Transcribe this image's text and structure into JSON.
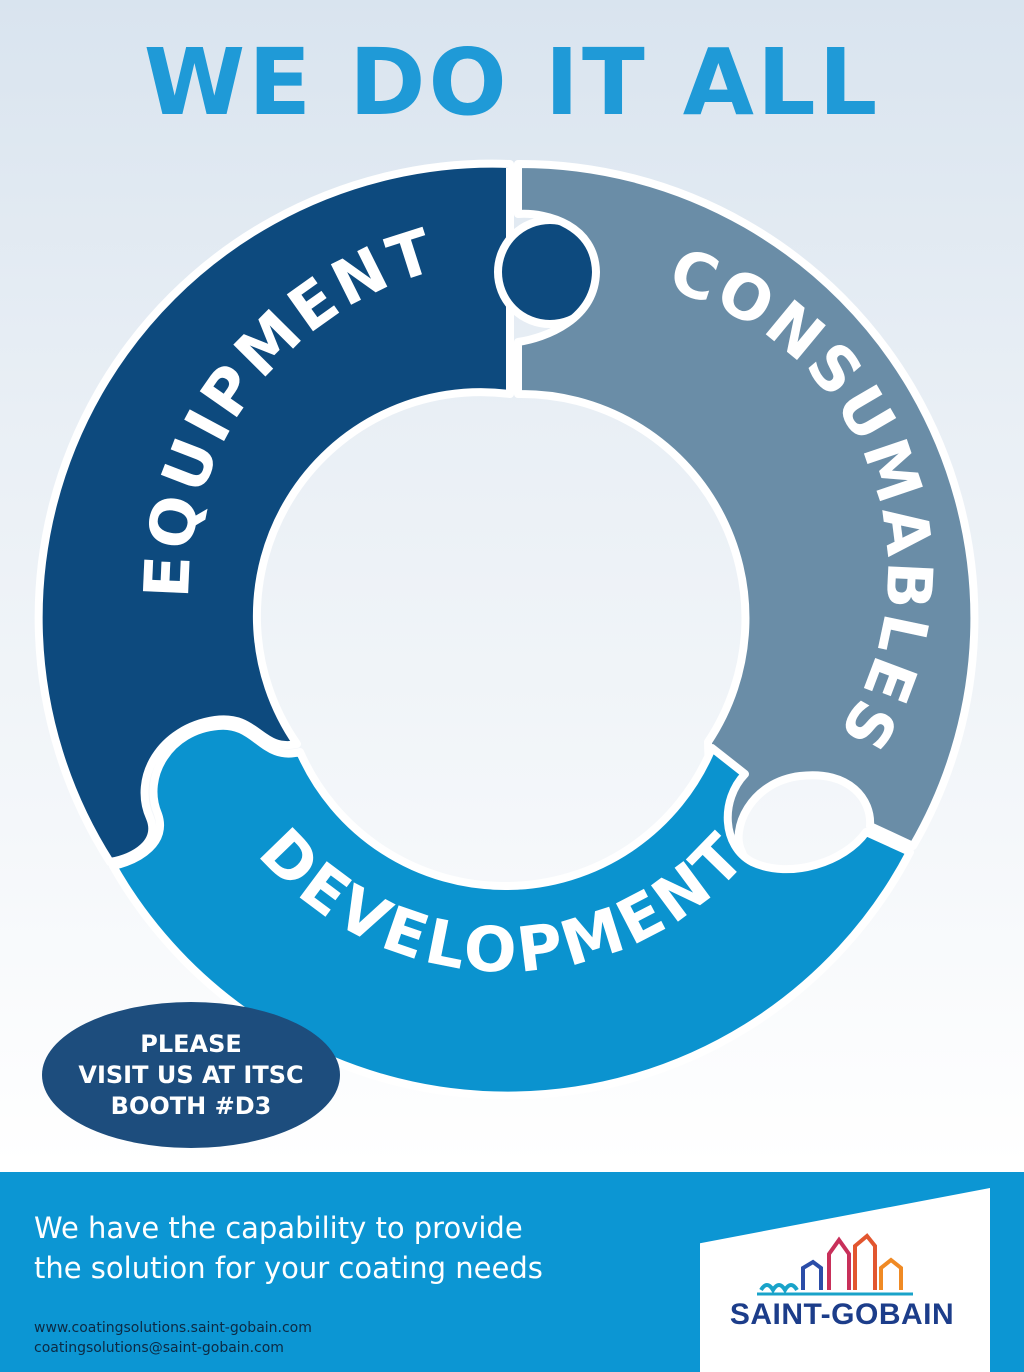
{
  "headline": "WE DO IT ALL",
  "ring": {
    "segments": [
      {
        "label": "EQUIPMENT",
        "color": "#0d4a7e"
      },
      {
        "label": "CONSUMABLES",
        "color": "#6a8da7"
      },
      {
        "label": "DEVELOPMENT",
        "color": "#0b93cf"
      }
    ]
  },
  "badge": {
    "lines": [
      "PLEASE",
      "VISIT US AT ITSC",
      "BOOTH #D3"
    ],
    "color": "#1d4d7d"
  },
  "footer": {
    "tagline_lines": [
      "We have the capability to provide",
      "the solution for your coating needs"
    ],
    "website": "www.coatingsolutions.saint-gobain.com",
    "email": "coatingsolutions@saint-gobain.com",
    "color": "#0c96d3"
  },
  "logo": {
    "text": "SAINT-GOBAIN",
    "text_color": "#1c3d8a"
  }
}
